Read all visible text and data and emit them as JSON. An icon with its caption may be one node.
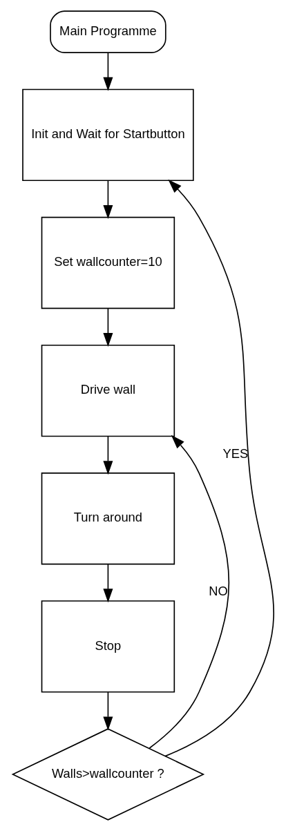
{
  "diagram": {
    "nodes": [
      {
        "text": [
          "Main Programme"
        ]
      },
      {
        "text": [
          "Init and Wait for Startbutton"
        ]
      },
      {
        "text": [
          "Set wallcounter=10"
        ]
      },
      {
        "text": [
          "Drive wall"
        ]
      },
      {
        "text": [
          "Turn around"
        ]
      },
      {
        "text": [
          "Stop"
        ]
      },
      {
        "text": [
          "Walls>wallcounter ?"
        ]
      }
    ],
    "edges": [
      {
        "from": 0,
        "to": 1,
        "arrow": "to"
      },
      {
        "from": 1,
        "to": 2,
        "arrow": "to"
      },
      {
        "from": 2,
        "to": 3,
        "arrow": "to"
      },
      {
        "from": 3,
        "to": 4,
        "arrow": "to"
      },
      {
        "from": 4,
        "to": 5,
        "arrow": "to"
      },
      {
        "from": 5,
        "to": 6,
        "arrow": "to"
      },
      {
        "from": 6,
        "to": 3,
        "arrow": "to",
        "label": "NO"
      },
      {
        "from": 6,
        "to": 1,
        "arrow": "to",
        "label": "YES"
      }
    ]
  }
}
